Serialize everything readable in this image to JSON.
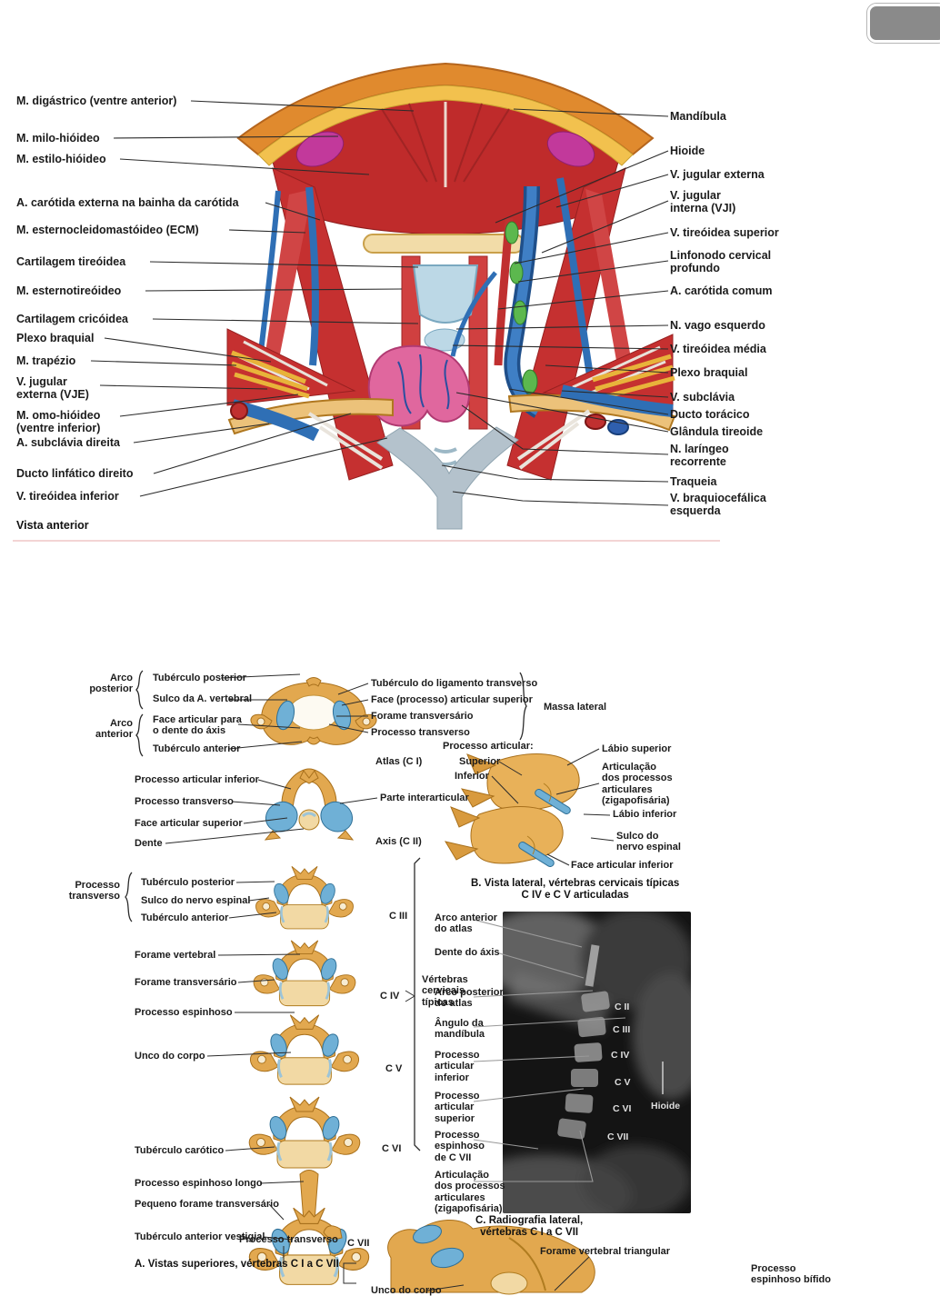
{
  "palette": {
    "muscle_red": "#c0392b",
    "bone_orange": "#e2a84f",
    "mandible_orange": "#e08a2e",
    "cartilage_blue": "#bcd8e6",
    "vein_blue": "#2f6fb5",
    "gland_pink": "#e0679e",
    "node_green": "#5cb84e",
    "scroll_thumb_gray": "#8a8a8a"
  },
  "f1": {
    "caption": "Vista anterior",
    "left": [
      "M. digástrico (ventre anterior)",
      "M. milo-hióideo",
      "M. estilo-hióideo",
      "A. carótida externa na bainha da carótida",
      "M. esternocleidomastóideo (ECM)",
      "Cartilagem tireóidea",
      "M. esternotireóideo",
      "Cartilagem cricóidea",
      "Plexo braquial",
      "M. trapézio",
      "V. jugular\nexterna (VJE)",
      "M. omo-hióideo\n(ventre inferior)",
      "A. subclávia direita",
      "Ducto linfático direito",
      "V. tireóidea inferior"
    ],
    "right": [
      "Mandíbula",
      "Hioide",
      "V. jugular externa",
      "V. jugular\ninterna (VJI)",
      "V. tireóidea superior",
      "Linfonodo cervical\nprofundo",
      "A. carótida comum",
      "N. vago esquerdo",
      "V. tireóidea média",
      "Plexo braquial",
      "V. subclávia",
      "Ducto torácico",
      "Glândula tireoide",
      "N. laríngeo\nrecorrente",
      "Traqueia",
      "V. braquiocefálica\nesquerda"
    ]
  },
  "f2": {
    "left": [
      "Arco\nposterior",
      "Tubérculo posterior",
      "Sulco da A. vertebral",
      "Arco\nanterior",
      "Face articular para\no dente do áxis",
      "Tubérculo anterior",
      "Processo articular inferior",
      "Processo transverso",
      "Face articular superior",
      "Dente",
      "Processo\ntransverso",
      "Tubérculo posterior",
      "Sulco do nervo espinal",
      "Tubérculo anterior",
      "Forame vertebral",
      "Forame transversário",
      "Processo espinhoso",
      "Unco do corpo",
      "Tubérculo carótico",
      "Processo espinhoso longo",
      "Pequeno forame transversário",
      "Tubérculo anterior vestigial"
    ],
    "atlas_right": [
      "Tubérculo do ligamento transverso",
      "Face (processo) articular superior",
      "Forame transversário",
      "Processo transverso"
    ],
    "massa_lateral": "Massa lateral",
    "parte_interarticular": "Parte interarticular",
    "spine_ids": [
      "Atlas (C I)",
      "Axis (C II)",
      "C III",
      "C IV",
      "C V",
      "C VI",
      "C VII"
    ],
    "vertebras_tipicas": "Vértebras\ncervicais\ntípicas",
    "b": [
      "Processo articular:",
      "Superior",
      "Inferior",
      "Lábio superior",
      "Articulação\ndos processos\narticulares\n(zigapofisária)",
      "Lábio inferior",
      "Sulco do\nnervo espinal",
      "Face articular inferior"
    ],
    "c": [
      "Arco anterior\ndo atlas",
      "Dente do áxis",
      "Arco posterior\ndo atlas",
      "Ângulo da\nmandíbula",
      "Processo\narticular\ninferior",
      "Processo\narticular\nsuperior",
      "Processo\nespinhoso\nde C VII",
      "Articulação\ndos processos\narticulares\n(zigapofisária)"
    ],
    "xray": [
      "C II",
      "C III",
      "C IV",
      "C V",
      "C VI",
      "C VII",
      "Hioide"
    ],
    "bottom": [
      "Processo transverso",
      "Forame vertebral triangular",
      "Processo\nespinhoso bífido",
      "Unco do corpo"
    ],
    "captions": {
      "a": "A. Vistas superiores, vértebras C I a C VII",
      "b": "B. Vista lateral, vértebras cervicais típicas\nC IV e C V articuladas",
      "c": "C. Radiografia lateral,\nvértebras C I a C VII"
    }
  }
}
